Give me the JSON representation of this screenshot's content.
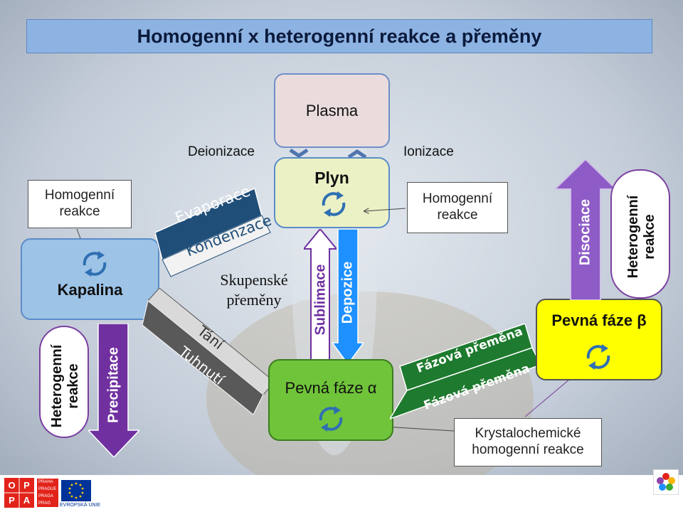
{
  "title": "Homogenní x heterogenní reakce a přeměny",
  "plasma": "Plasma",
  "plyn": "Plyn",
  "kapalina": "Kapalina",
  "pevna_alfa": "Pevná fáze α",
  "pevna_beta": "Pevná fáze β",
  "deionizace": "Deionizace",
  "ionizace": "Ionizace",
  "homogenni_reakce": "Homogenní reakce",
  "heterogenni_reakce": "Heterogenní reakce",
  "skupenske_premeny": "Skupenské přeměny",
  "evaporace": "Evaporace",
  "kondenzace": "Kondenzace",
  "tani": "Tání",
  "tuhnuti": "Tuhnutí",
  "sublimace": "Sublimace",
  "depozice": "Depozice",
  "precipitace": "Precipitace",
  "disociace": "Disociace",
  "fazova_premena": "Fázová přeměna",
  "krystalochemicke": "Krystalochemické homogenní reakce",
  "footer": {
    "opp_letters": [
      "O",
      "P",
      "P",
      "A"
    ],
    "praha_lines": [
      "PRAHA",
      "PRAGUE",
      "PRAGA",
      "PRAG"
    ],
    "eu_label": "EVROPSKÁ UNIE"
  },
  "colors": {
    "title_bar": "#8db3e2",
    "kapalina": "#9dc3e6",
    "plyn": "#ebf1c5",
    "plasma": "#eadcdc",
    "pevna_alfa": "#70c43a",
    "pevna_beta": "#ffff00",
    "evap_arrow": "#1f4e79",
    "tani_arrow": "#595959",
    "sublimace_arrow": "#7030a0",
    "depozice_arrow": "#1e90ff",
    "precipitace_arrow": "#7030a0",
    "disociace_arrow": "#8e5bc7",
    "fazova_arrow": "#1e7a2e"
  },
  "icons": [
    "cycle-arrows-icon",
    "pointer-arrow-icon",
    "opp-logo",
    "praha-logo",
    "eu-flag-icon",
    "flower-logo"
  ]
}
